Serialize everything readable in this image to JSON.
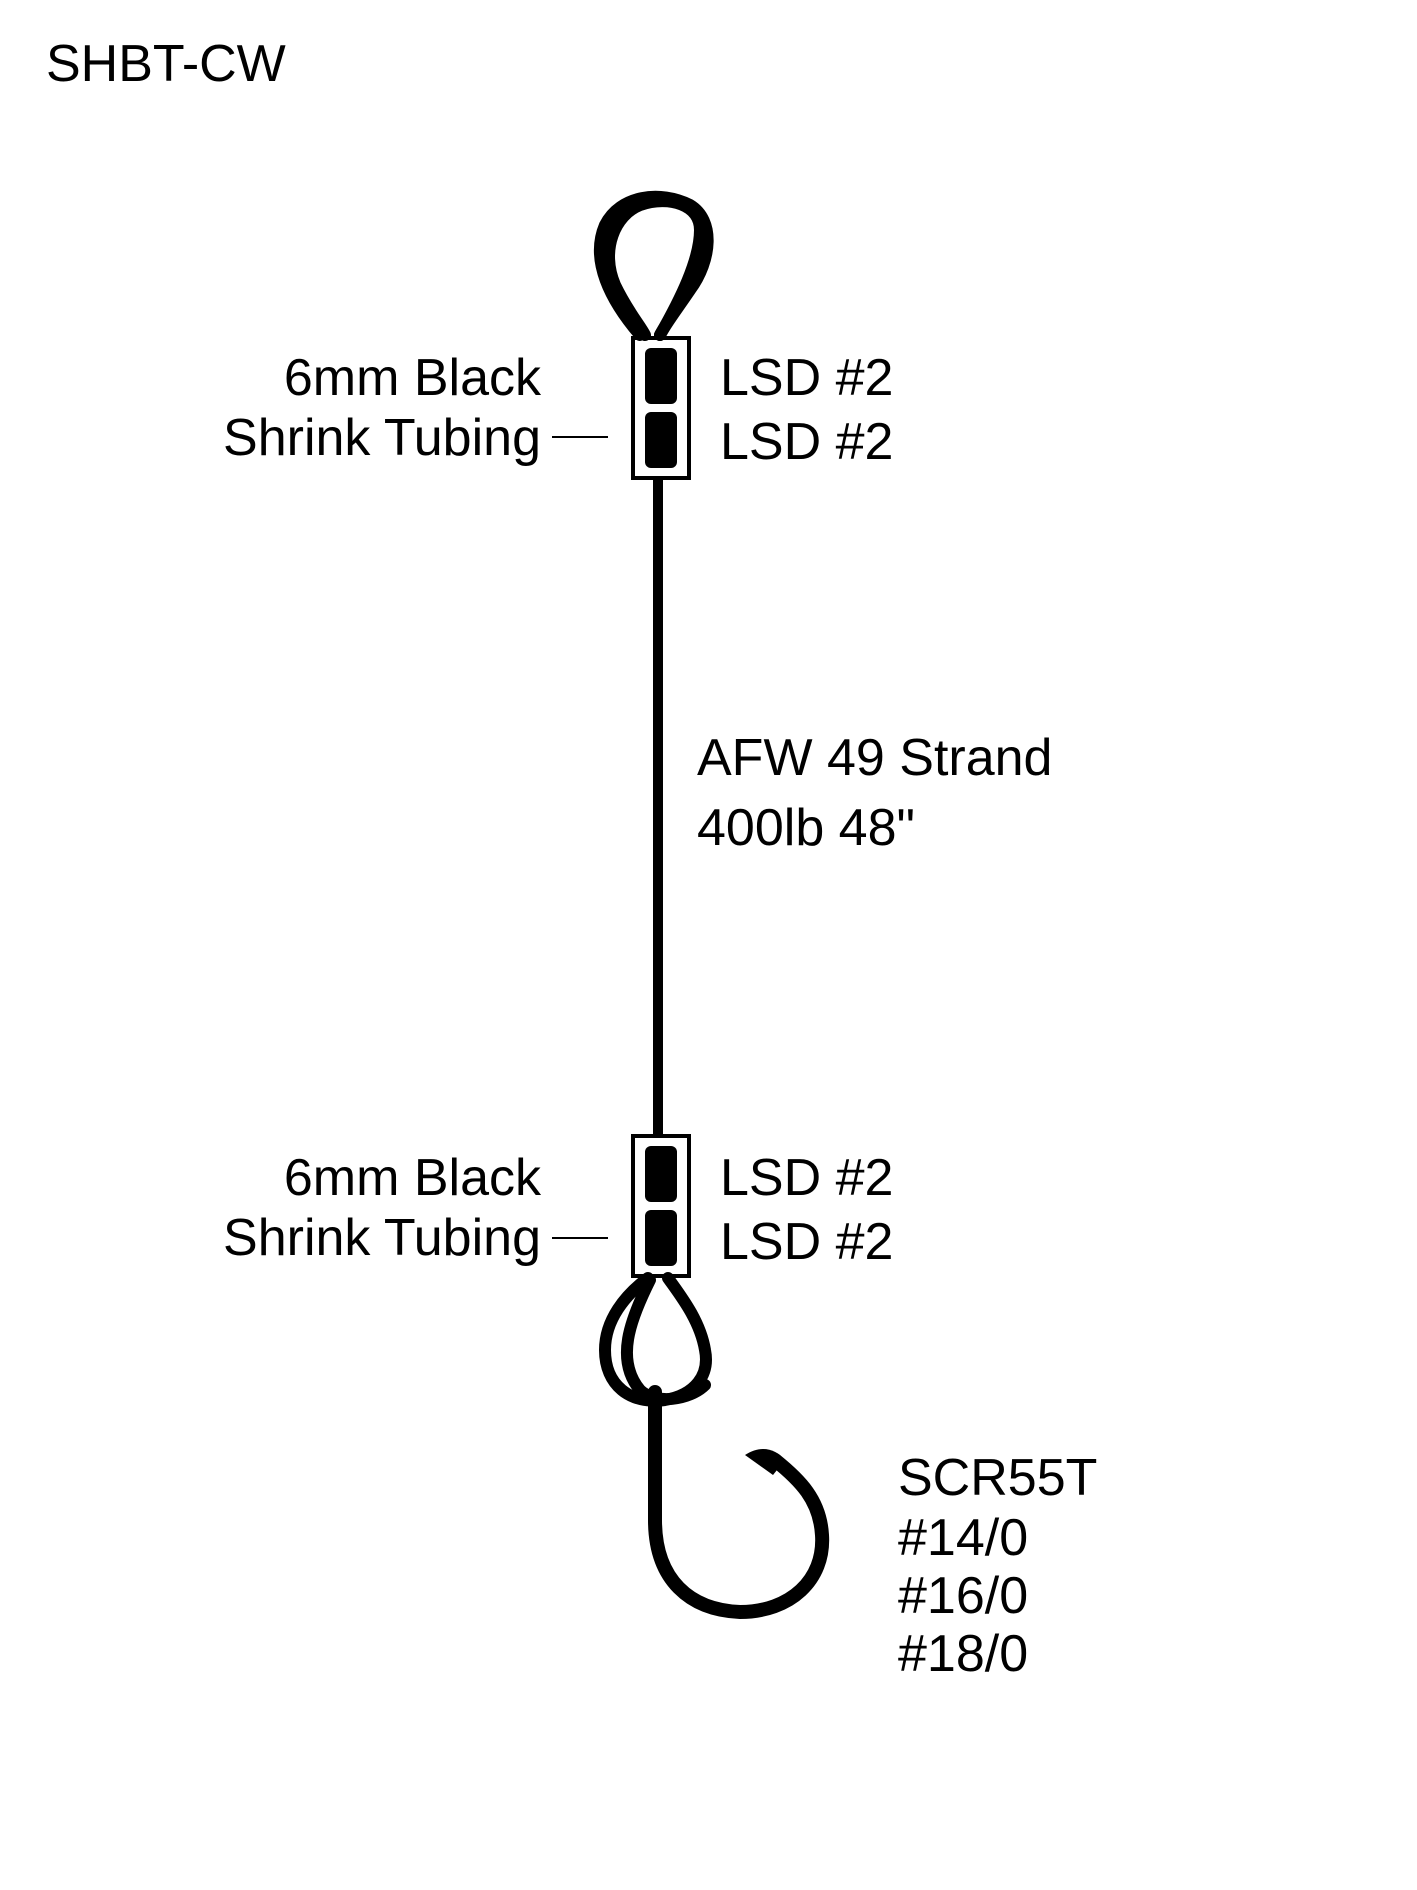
{
  "title": "SHBT-CW",
  "top_assembly": {
    "tubing_label_line1": "6mm Black",
    "tubing_label_line2": "Shrink Tubing",
    "sleeve_1": "LSD #2",
    "sleeve_2": "LSD #2"
  },
  "wire": {
    "line1": "AFW 49 Strand",
    "line2": "400lb 48\""
  },
  "bottom_assembly": {
    "tubing_label_line1": "6mm Black",
    "tubing_label_line2": "Shrink Tubing",
    "sleeve_1": "LSD #2",
    "sleeve_2": "LSD #2"
  },
  "hook": {
    "model": "SCR55T",
    "sizes": [
      "#14/0",
      "#16/0",
      "#18/0"
    ]
  },
  "colors": {
    "ink": "#000000",
    "background": "#ffffff"
  }
}
